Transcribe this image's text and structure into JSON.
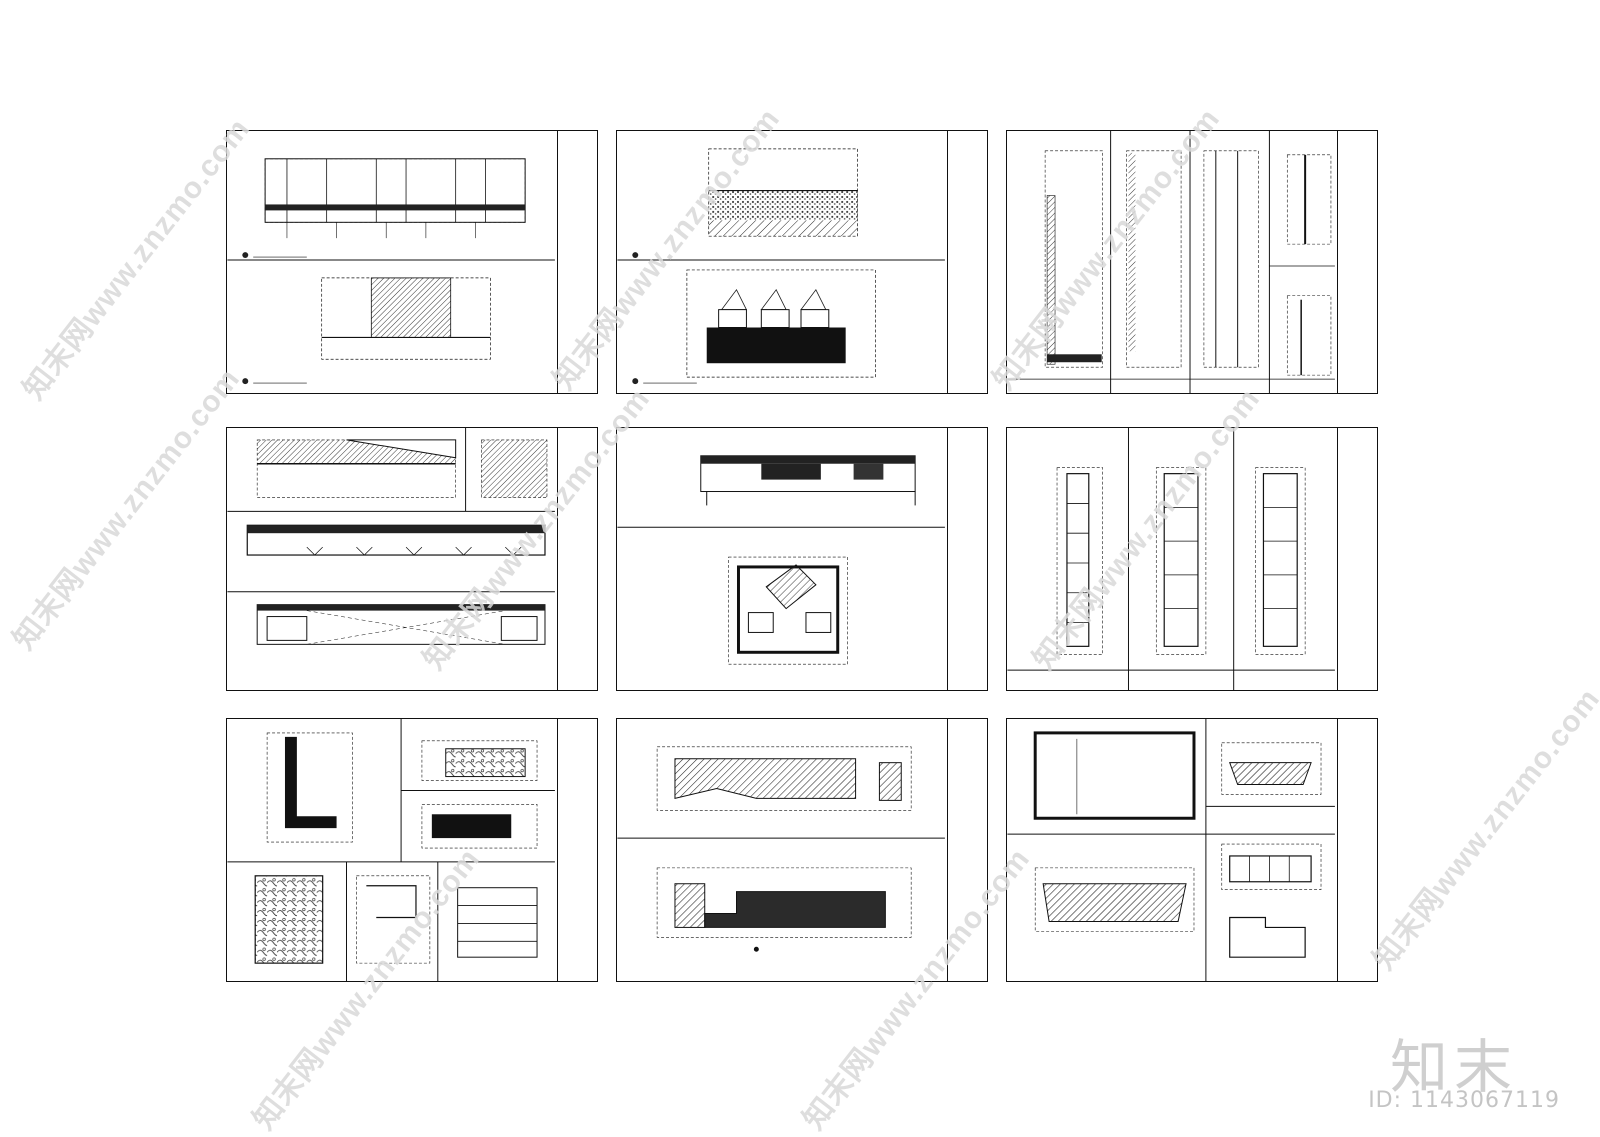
{
  "watermark": {
    "site_text": "知末网www.znzmo.com",
    "brand_text": "知末",
    "id_text": "ID: 1143067119"
  },
  "sheets": [
    {
      "id": "sheet-1"
    },
    {
      "id": "sheet-2"
    },
    {
      "id": "sheet-3"
    },
    {
      "id": "sheet-4"
    },
    {
      "id": "sheet-5"
    },
    {
      "id": "sheet-6"
    },
    {
      "id": "sheet-7"
    },
    {
      "id": "sheet-8"
    },
    {
      "id": "sheet-9"
    }
  ]
}
